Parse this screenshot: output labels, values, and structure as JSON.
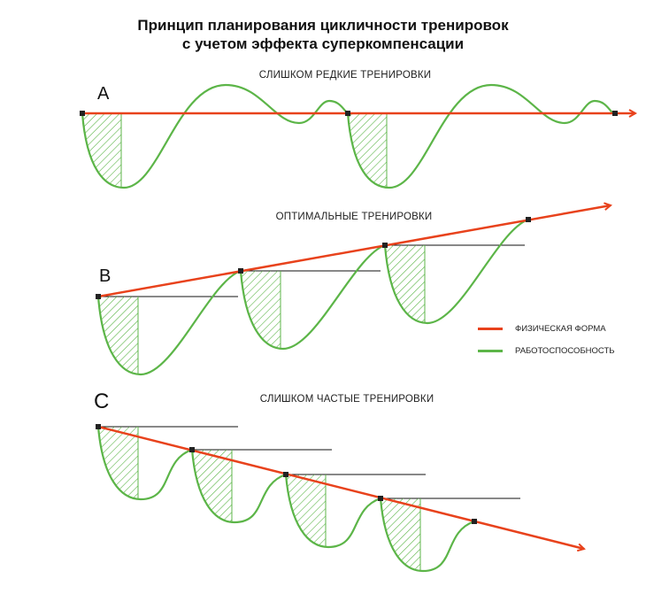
{
  "title": {
    "line1": "Принцип планирования цикличности тренировок",
    "line2": "с учетом эффекта суперкомпенсации"
  },
  "panels": {
    "a": {
      "letter": "A",
      "label": "СЛИШКОМ РЕДКИЕ ТРЕНИРОВКИ"
    },
    "b": {
      "letter": "B",
      "label": "ОПТИМАЛЬНЫЕ ТРЕНИРОВКИ"
    },
    "c": {
      "letter": "C",
      "label": "СЛИШКОМ ЧАСТЫЕ ТРЕНИРОВКИ"
    }
  },
  "legend": {
    "fitness": {
      "label": "ФИЗИЧЕСКАЯ ФОРМА",
      "color": "#e8421c"
    },
    "performance": {
      "label": "РАБОТОСПОСОБНОСТЬ",
      "color": "#5cb548"
    }
  }
}
